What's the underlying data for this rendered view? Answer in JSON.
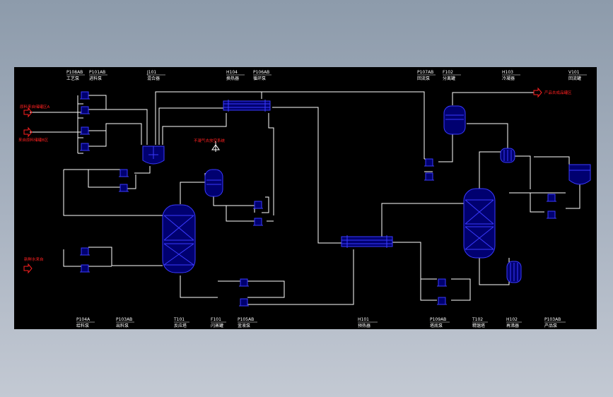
{
  "colors": {
    "background_gradient_top": "#8d9bab",
    "drawing_background": "#000000",
    "pipe": "#ffffff",
    "equipment": "#3a3aff",
    "annotation": "#ff2020"
  },
  "labels_top": [
    {
      "tag": "P108AB",
      "desc": "工艺泵"
    },
    {
      "tag": "P101AB",
      "desc": "进料泵"
    },
    {
      "tag": "J101",
      "desc": "混合器"
    },
    {
      "tag": "H104",
      "desc": "换热器"
    },
    {
      "tag": "P106AB",
      "desc": "循环泵"
    },
    {
      "tag": "P107AB",
      "desc": "回流泵"
    },
    {
      "tag": "F102",
      "desc": "分离罐"
    },
    {
      "tag": "H103",
      "desc": "冷凝器"
    },
    {
      "tag": "V101",
      "desc": "回流罐"
    }
  ],
  "labels_bottom": [
    {
      "tag": "P104A",
      "desc": "给料泵"
    },
    {
      "tag": "P103AB",
      "desc": "出料泵"
    },
    {
      "tag": "T101",
      "desc": "反应塔"
    },
    {
      "tag": "F101",
      "desc": "闪蒸罐"
    },
    {
      "tag": "P105AB",
      "desc": "釜液泵"
    },
    {
      "tag": "H101",
      "desc": "预热器"
    },
    {
      "tag": "P109AB",
      "desc": "塔底泵"
    },
    {
      "tag": "T102",
      "desc": "精馏塔"
    },
    {
      "tag": "H102",
      "desc": "再沸器"
    },
    {
      "tag": "P103AB",
      "desc": "产品泵"
    }
  ],
  "annotations": {
    "feed_1": "原料来自储罐区A",
    "feed_2": "来自原料储罐B区",
    "feed_3": "新鲜水来自",
    "vent": "不凝气去放空系统",
    "product": "产品去成品罐区"
  }
}
